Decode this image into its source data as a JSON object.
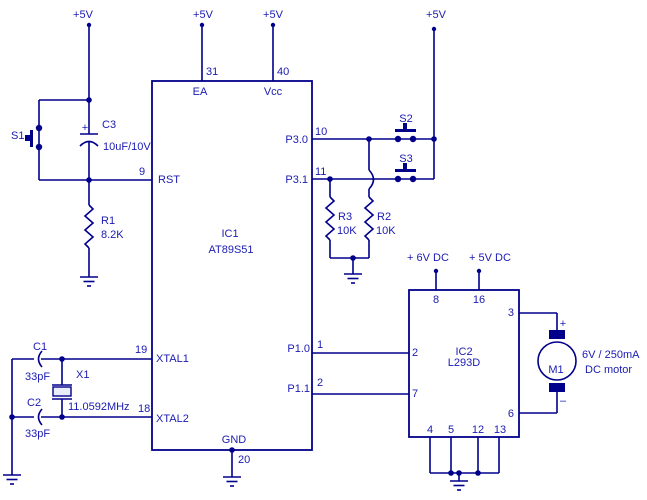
{
  "meta": {
    "description": "Microcontroller DC motor driver circuit schematic"
  },
  "colors": {
    "wire": "#00008B",
    "text": "#1b1bb3",
    "background": "#ffffff",
    "crystal_fill": "#e9edf9"
  },
  "power": {
    "v5_1": "+5V",
    "v5_2": "+5V",
    "v5_3": "+5V",
    "v5_4": "+5V",
    "v6dc": "+ 6V DC",
    "v5dc": "+ 5V DC"
  },
  "ic1": {
    "ref": "IC1",
    "part": "AT89S51",
    "ea": {
      "num": "31",
      "label": "EA"
    },
    "vcc": {
      "num": "40",
      "label": "Vcc"
    },
    "rst": {
      "num": "9",
      "label": "RST"
    },
    "p30": {
      "num": "10",
      "label": "P3.0"
    },
    "p31": {
      "num": "11",
      "label": "P3.1"
    },
    "p10": {
      "num": "1",
      "label": "P1.0"
    },
    "p11": {
      "num": "2",
      "label": "P1.1"
    },
    "xtal1": {
      "num": "19",
      "label": "XTAL1"
    },
    "xtal2": {
      "num": "18",
      "label": "XTAL2"
    },
    "gnd": {
      "num": "20",
      "label": "GND"
    }
  },
  "ic2": {
    "ref": "IC2",
    "part": "L293D",
    "p8": "8",
    "p16": "16",
    "p3": "3",
    "p6": "6",
    "p2": "2",
    "p7": "7",
    "p4": "4",
    "p5": "5",
    "p12": "12",
    "p13": "13"
  },
  "switches": {
    "s1": "S1",
    "s2": "S2",
    "s3": "S3"
  },
  "resistors": {
    "r1": {
      "ref": "R1",
      "value": "8.2K"
    },
    "r2": {
      "ref": "R2",
      "value": "10K"
    },
    "r3": {
      "ref": "R3",
      "value": "10K"
    }
  },
  "capacitors": {
    "c1": {
      "ref": "C1",
      "value": "33pF"
    },
    "c2": {
      "ref": "C2",
      "value": "33pF"
    },
    "c3": {
      "ref": "C3",
      "value": "10uF/10V",
      "polarity": "+"
    }
  },
  "crystal": {
    "ref": "X1",
    "value": "11.0592MHz"
  },
  "motor": {
    "ref": "M1",
    "rating": "6V / 250mA",
    "kind": "DC motor",
    "plus": "+",
    "minus": "–"
  }
}
